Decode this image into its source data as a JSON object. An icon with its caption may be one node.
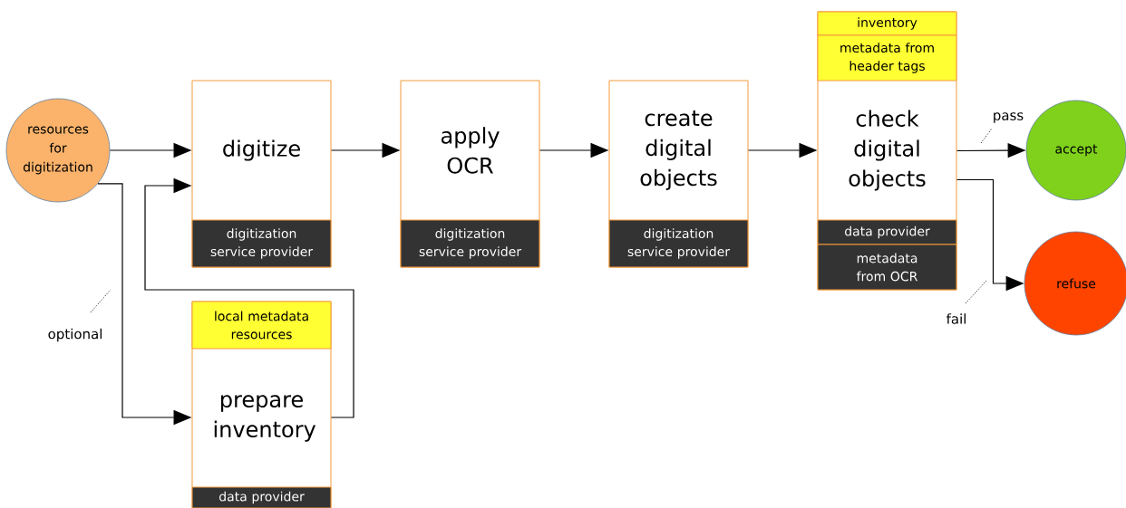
{
  "diagram": {
    "nodes": [
      {
        "text": [
          "resources for digitization"
        ]
      },
      {
        "text": [
          "digitize"
        ]
      },
      {
        "text": [
          "digitization service provider"
        ],
        "in": 1
      },
      {
        "text": [
          "apply OCR"
        ]
      },
      {
        "text": [
          "digitization service provider"
        ],
        "in": 3
      },
      {
        "text": [
          "create digital objects"
        ]
      },
      {
        "text": [
          "digitization service provider"
        ],
        "in": 5
      },
      {
        "text": [
          "check digital objects"
        ]
      },
      {
        "text": [
          "inventory"
        ],
        "in": 7
      },
      {
        "text": [
          "metadata from header tags"
        ],
        "in": 7
      },
      {
        "text": [
          "data provider"
        ],
        "in": 7
      },
      {
        "text": [
          "metadata from OCR"
        ],
        "in": 7
      },
      {
        "text": [
          "accept"
        ]
      },
      {
        "text": [
          "refuse"
        ]
      },
      {
        "text": [
          "prepare inventory"
        ]
      },
      {
        "text": [
          "local metadata resources"
        ],
        "in": 14
      },
      {
        "text": [
          "data provider"
        ],
        "in": 14
      }
    ],
    "edges": [
      {
        "from": 0,
        "to": 1,
        "arrow": "to"
      },
      {
        "from": 0,
        "to": 14,
        "arrow": "to",
        "label": "optional"
      },
      {
        "from": 14,
        "to": 1,
        "arrow": "to"
      },
      {
        "from": 1,
        "to": 3,
        "arrow": "to"
      },
      {
        "from": 3,
        "to": 5,
        "arrow": "to"
      },
      {
        "from": 5,
        "to": 7,
        "arrow": "to"
      },
      {
        "from": 7,
        "to": 12,
        "arrow": "to",
        "label": "pass"
      },
      {
        "from": 7,
        "to": 13,
        "arrow": "to",
        "label": "fail"
      }
    ]
  }
}
